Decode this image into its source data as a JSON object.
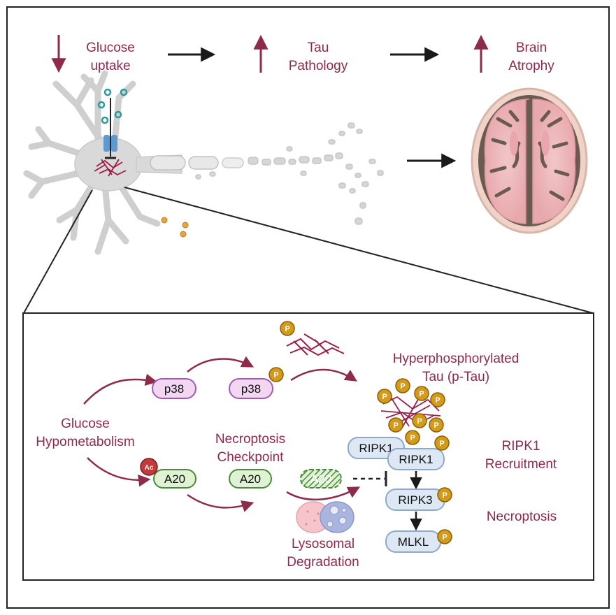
{
  "top": {
    "glucose": [
      "Glucose",
      "uptake"
    ],
    "tau": [
      "Tau",
      "Pathology"
    ],
    "brain": [
      "Brain",
      "Atrophy"
    ]
  },
  "detail": {
    "hypometabolism": [
      "Glucose",
      "Hypometabolism"
    ],
    "checkpoint": [
      "Necroptosis",
      "Checkpoint"
    ],
    "ptau": [
      "Hyperphosphorylated",
      "Tau (p-Tau)"
    ],
    "recruitment": [
      "RIPK1",
      "Recruitment"
    ],
    "necroptosis": "Necroptosis",
    "lysosomal": [
      "Lysosomal",
      "Degradation"
    ]
  },
  "pills": {
    "p38_a": "p38",
    "p38_b": "p38",
    "a20_a": "A20",
    "a20_b": "A20",
    "a20_c": "A20",
    "ripk1_a": "RIPK1",
    "ripk1_b": "RIPK1",
    "ripk3": "RIPK3",
    "mlkl": "MLKL"
  },
  "badges": {
    "phospho": "P",
    "acetyl": "Ac"
  },
  "colors": {
    "label": "#8e2a4a",
    "arrow": "#8e2a4a",
    "p38_fill": "#f2d6f2",
    "p38_stroke": "#a25bb0",
    "a20_fill": "#dff2d3",
    "a20_stroke": "#4b8a3a",
    "ripk_fill": "#dde8f4",
    "ripk_stroke": "#8fa9c9",
    "phospho": "#d49a1a",
    "acetyl": "#c23a3a",
    "tangle": "#9b1f4a"
  }
}
